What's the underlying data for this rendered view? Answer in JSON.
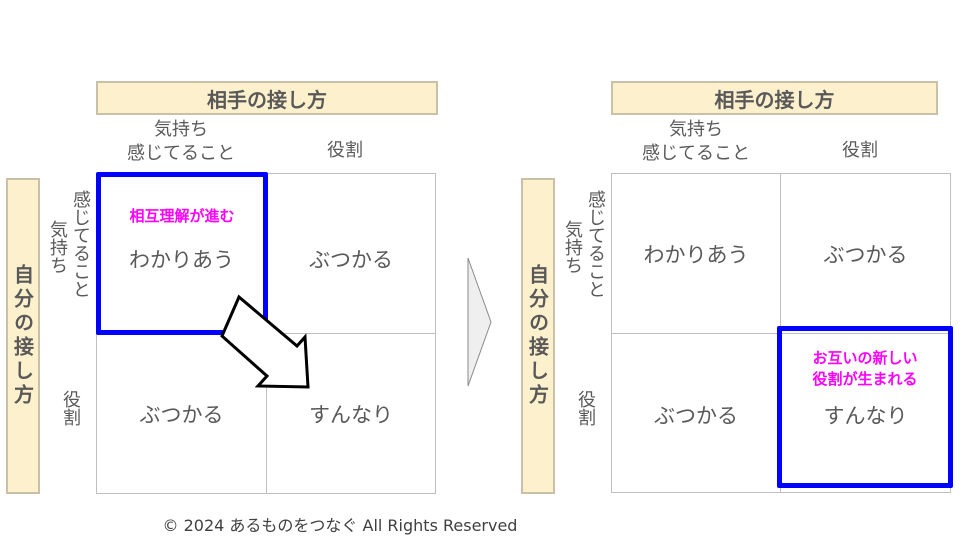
{
  "panels": [
    {
      "top_header": "相手の接し方",
      "side_header": "自分の接し方",
      "col_label_1_line1": "気持ち",
      "col_label_1_line2": "感じてること",
      "col_label_2": "役割",
      "row_label_1_a": "感じてること",
      "row_label_1_b": "気持ち",
      "row_label_2": "役割",
      "cells": [
        "わかりあう",
        "ぶつかる",
        "ぶつかる",
        "すんなり"
      ],
      "highlight_note": "相互理解が進む"
    },
    {
      "top_header": "相手の接し方",
      "side_header": "自分の接し方",
      "col_label_1_line1": "気持ち",
      "col_label_1_line2": "感じてること",
      "col_label_2": "役割",
      "row_label_1_a": "感じてること",
      "row_label_1_b": "気持ち",
      "row_label_2": "役割",
      "cells": [
        "わかりあう",
        "ぶつかる",
        "ぶつかる",
        "すんなり"
      ],
      "highlight_note_line1": "お互いの新しい",
      "highlight_note_line2": "役割が生まれる"
    }
  ],
  "footer": "© 2024 あるものをつなぐ All Rights Reserved",
  "colors": {
    "highlight": "#0000ff",
    "note": "#ff00ff",
    "header_bg": "#fdf0cc"
  }
}
